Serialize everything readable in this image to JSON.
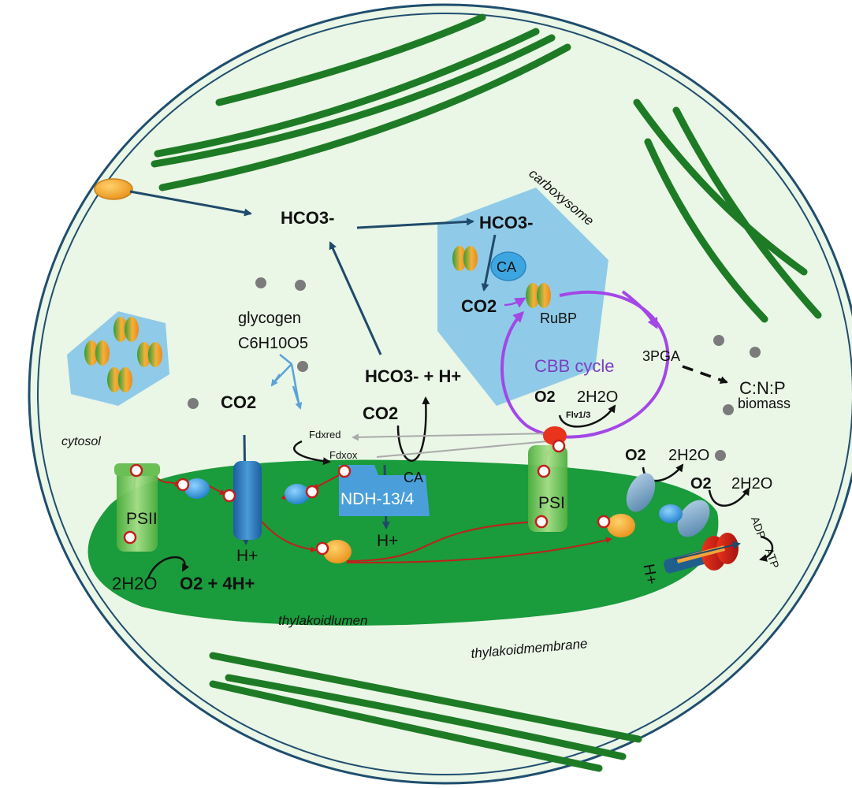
{
  "labels": {
    "hco3_top": "HCO3-",
    "hco3_carbox": "HCO3-",
    "ca_carbox": "CA",
    "co2_carbox": "CO2",
    "rubp": "RuBP",
    "carboxysome": "carboxysome",
    "cbb_cycle": "CBB cycle",
    "pga": "3PGA",
    "cnp": "C:N:P",
    "biomass": "biomass",
    "glycogen": "glycogen",
    "glycogen_formula": "C6H10O5",
    "co2_left": "CO2",
    "hco3_h": "HCO3- + H+",
    "co2_mid": "CO2",
    "fdx_red": "Fdxred",
    "fdx_ox": "Fdxox",
    "ndh": "NDH-13/4",
    "ca_ndh": "CA",
    "o2_flv": "O2",
    "h2o_flv": "2H2O",
    "flv": "Flv1/3",
    "o2_right1": "O2",
    "h2o_right1": "2H2O",
    "o2_right2": "O2",
    "h2o_right2": "2H2O",
    "psii": "PSII",
    "psi": "PSI",
    "h_plus_1": "H+",
    "h_plus_2": "H+",
    "h_plus_3": "H+",
    "water_split_in": "2H2O",
    "water_split_out": "O2 + 4H+",
    "adp": "ADP",
    "atp": "ATP",
    "cytosol": "cytosol",
    "lumen": "thylakoidlumen",
    "membrane": "thylakoidmembrane"
  },
  "colors": {
    "cell_fill": "#eaf6e6",
    "cell_outline": "#1f4e6e",
    "thylakoid_green": "#1a9b3c",
    "stripe_green": "#1e7b25",
    "carboxysome_blue": "#8fcbe8",
    "cbb_purple": "#a347e6",
    "cbb_text": "#7a3fbf",
    "electron_red": "#c0201a",
    "arrow_navy": "#1f4a6a",
    "arrow_lightblue": "#5aa3d8",
    "protein_blue": "#3d8fd0",
    "protein_orange": "#f4a020",
    "psi_green": "#7fcf6a"
  }
}
